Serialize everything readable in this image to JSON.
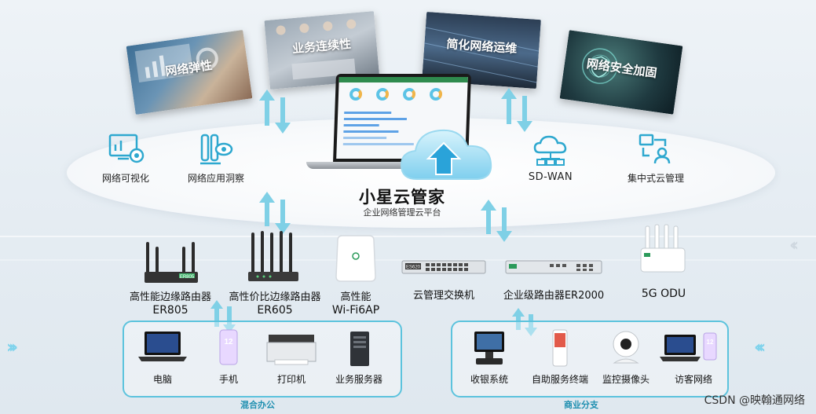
{
  "top_cards": [
    {
      "title": "网络弹性"
    },
    {
      "title": "业务连续性"
    },
    {
      "title": "简化网络运维"
    },
    {
      "title": "网络安全加固"
    }
  ],
  "features": [
    {
      "label": "网络可视化",
      "icon": "visualization-icon"
    },
    {
      "label": "网络应用洞察",
      "icon": "app-insight-icon"
    },
    {
      "label": "SD-WAN",
      "icon": "sd-wan-cloud-icon"
    },
    {
      "label": "集中式云管理",
      "icon": "central-management-icon"
    }
  ],
  "platform": {
    "title": "小星云管家",
    "subtitle": "企业网络管理云平台"
  },
  "devices": [
    {
      "line1": "高性能边缘路由器",
      "line2": "ER805",
      "badge": "ER805"
    },
    {
      "line1": "高性价比边缘路由器",
      "line2": "ER605"
    },
    {
      "line1": "高性能",
      "line2": "Wi-Fi6AP"
    },
    {
      "line1": "云管理交换机",
      "line2": "",
      "badge": "ES620"
    },
    {
      "line1": "企业级路由器ER2000",
      "line2": ""
    },
    {
      "line1": "5G ODU",
      "line2": ""
    }
  ],
  "groups": {
    "office": {
      "label": "混合办公",
      "items": [
        {
          "label": "电脑"
        },
        {
          "label": "手机",
          "badge": "12"
        },
        {
          "label": "打印机"
        },
        {
          "label": "业务服务器"
        }
      ]
    },
    "retail": {
      "label": "商业分支",
      "items": [
        {
          "label": "收银系统"
        },
        {
          "label": "自助服务终端"
        },
        {
          "label": "监控摄像头"
        },
        {
          "label": "访客网络",
          "badge": "12"
        }
      ]
    }
  },
  "watermark": "CSDN @映翰通网络",
  "colors": {
    "accent": "#5cc3dd",
    "arrow": "#7fd0e6",
    "group_border": "#5cc3dd",
    "brand_green": "#2f8b4e"
  }
}
